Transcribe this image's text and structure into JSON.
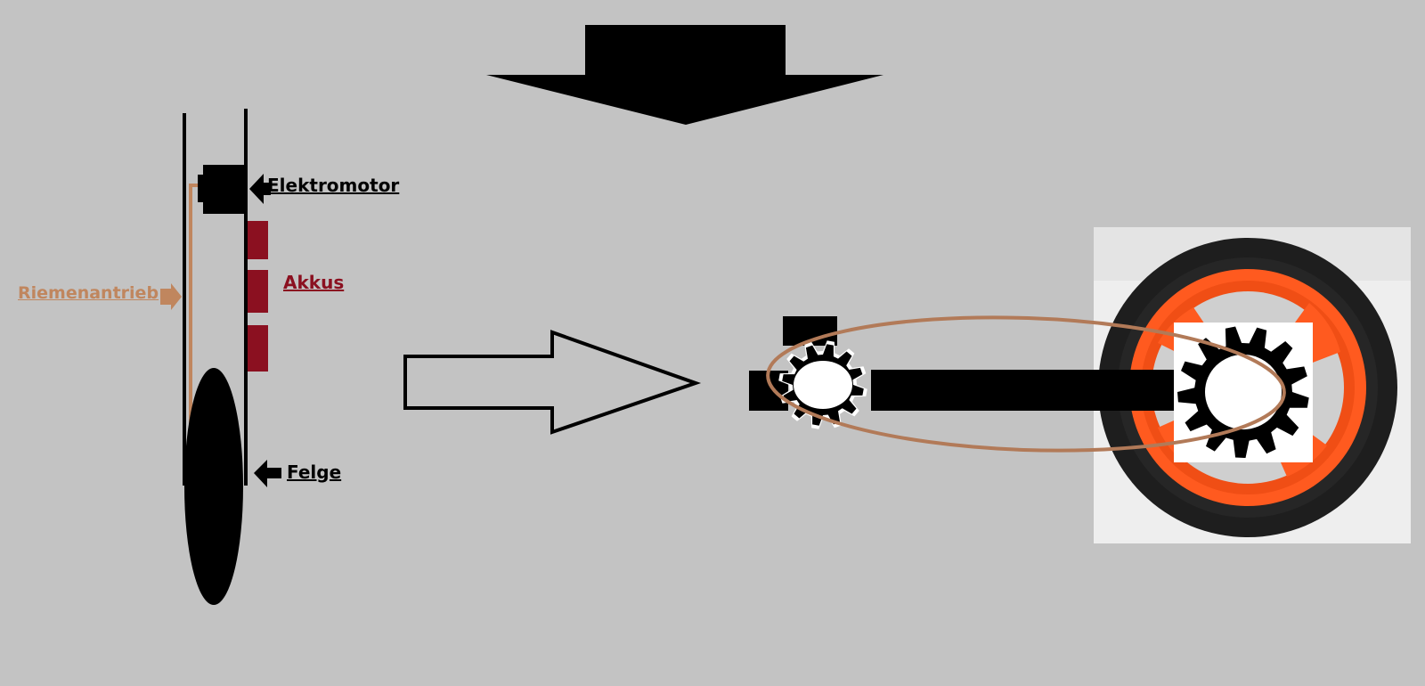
{
  "labels": {
    "motor": "Elektromotor",
    "battery": "Akkus",
    "belt": "Riemenantrieb",
    "rim": "Felge"
  },
  "colors": {
    "background": "#c3c3c3",
    "ink": "#000000",
    "battery": "#8b1020",
    "belt": "#c0865e",
    "rim_orange": "#ff5a1f",
    "tire": "#1e1e1e",
    "photo_backdrop": "#eeeeee",
    "gear_face": "#ffffff"
  },
  "icons": {
    "pointer_motor": "arrow-left-icon",
    "pointer_rim": "arrow-left-icon",
    "pointer_belt": "arrow-right-icon",
    "small_gear": "gear-icon",
    "large_gear": "gear-icon",
    "top_arrow": "arrow-down-icon",
    "middle_arrow": "arrow-right-icon"
  },
  "components": {
    "battery_count": 3
  }
}
